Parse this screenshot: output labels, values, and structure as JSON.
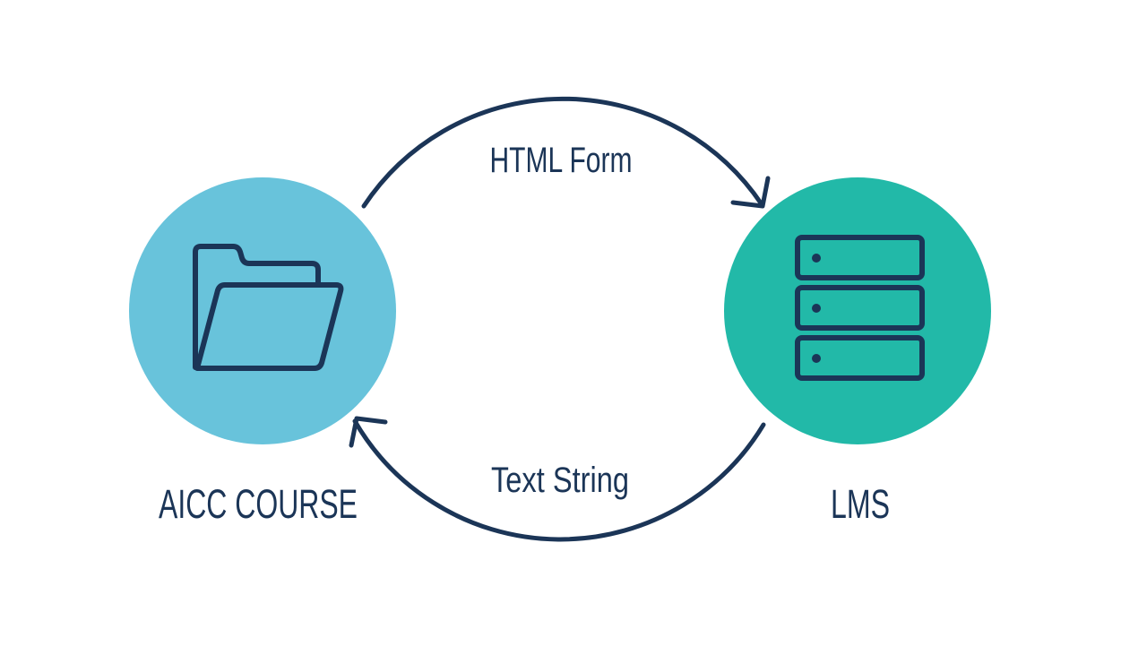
{
  "nodes": {
    "course": {
      "label": "AICC COURSE",
      "color": "#68c3db",
      "icon": "folder-icon"
    },
    "lms": {
      "label": "LMS",
      "color": "#22b9a8",
      "icon": "server-icon"
    }
  },
  "arrows": {
    "top": {
      "label": "HTML Form",
      "from": "course",
      "to": "lms"
    },
    "bottom": {
      "label": "Text String",
      "from": "lms",
      "to": "course"
    }
  },
  "colors": {
    "ink": "#1b3557",
    "background": "#ffffff"
  }
}
